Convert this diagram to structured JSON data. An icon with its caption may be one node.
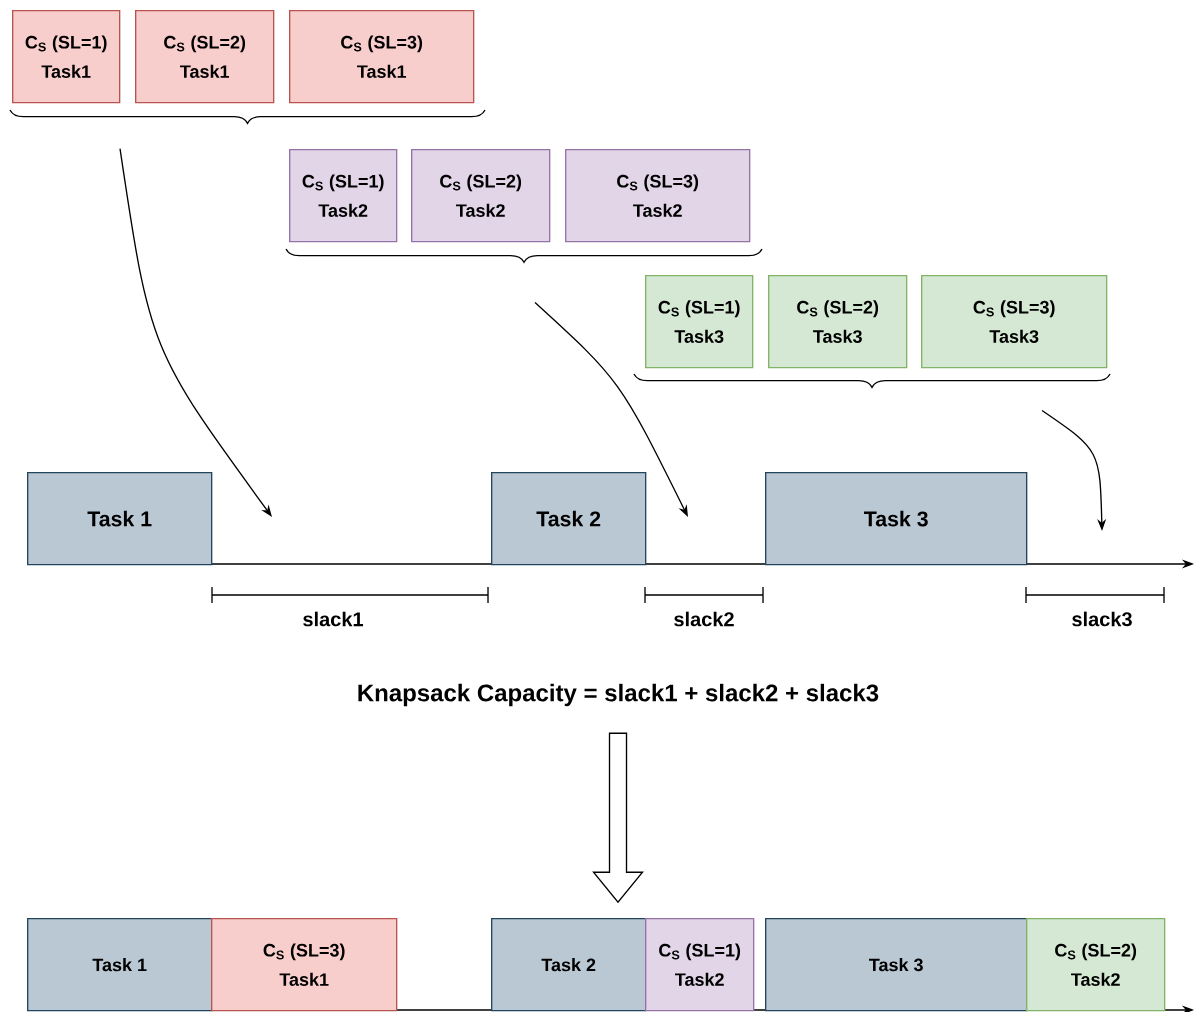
{
  "diagram": {
    "nodes": [
      {
        "text": [
          "C$_{S}$ (SL=1)",
          "Task1"
        ]
      },
      {
        "text": [
          "C$_{S}$ (SL=2)",
          "Task1"
        ]
      },
      {
        "text": [
          "C$_{S}$ (SL=3)",
          "Task1"
        ]
      },
      {
        "text": [],
        "shape": "brace"
      },
      {
        "text": [
          "C$_{S}$ (SL=1)",
          "Task2"
        ]
      },
      {
        "text": [
          "C$_{S}$ (SL=2)",
          "Task2"
        ]
      },
      {
        "text": [
          "C$_{S}$ (SL=3)",
          "Task2"
        ]
      },
      {
        "text": [],
        "shape": "brace"
      },
      {
        "text": [
          "C$_{S}$ (SL=1)",
          "Task3"
        ]
      },
      {
        "text": [
          "C$_{S}$ (SL=2)",
          "Task3"
        ]
      },
      {
        "text": [
          "C$_{S}$ (SL=3)",
          "Task3"
        ]
      },
      {
        "text": [],
        "shape": "brace"
      },
      {
        "text": [
          "Task 1"
        ]
      },
      {
        "text": [
          "Task 2"
        ]
      },
      {
        "text": [
          "Task 3"
        ]
      },
      {
        "text": [
          "Knapsack Capacity = slack1 + slack2 + slack3"
        ]
      },
      {
        "text": [
          "Task 1"
        ]
      },
      {
        "text": [
          "C$_{S}$ (SL=3)",
          "Task1"
        ]
      },
      {
        "text": [
          "Task 2"
        ]
      },
      {
        "text": [
          "C$_{S}$ (SL=1)",
          "Task2"
        ]
      },
      {
        "text": [
          "Task 3"
        ]
      },
      {
        "text": [
          "C$_{S}$ (SL=2)",
          "Task2"
        ]
      }
    ],
    "edges": [
      {
        "from": 3,
        "to": null,
        "arrow": "to"
      },
      {
        "from": 7,
        "to": null,
        "arrow": "to"
      },
      {
        "from": 11,
        "to": null,
        "arrow": "to"
      },
      {
        "from": 15,
        "to": null,
        "arrow": "to"
      }
    ],
    "labels": [
      "slack1",
      "slack2",
      "slack3"
    ]
  }
}
